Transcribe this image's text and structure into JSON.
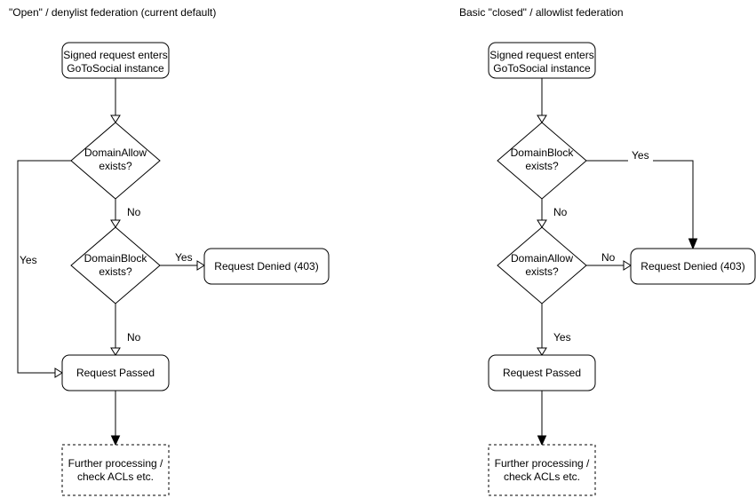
{
  "colors": {
    "line": "#000000",
    "text": "#000000",
    "background": "#ffffff"
  },
  "charts": {
    "left": {
      "title": "\"Open\" / denylist federation (current default)",
      "start": {
        "line1": "Signed request enters",
        "line2": "GoToSocial instance"
      },
      "decision1": {
        "line1": "DomainAllow",
        "line2": "exists?"
      },
      "decision2": {
        "line1": "DomainBlock",
        "line2": "exists?"
      },
      "denied": "Request Denied (403)",
      "passed": "Request Passed",
      "further": {
        "line1": "Further processing /",
        "line2": "check ACLs etc."
      },
      "labels": {
        "decision1_no": "No",
        "decision1_yes": "Yes",
        "decision2_yes": "Yes",
        "decision2_no": "No"
      }
    },
    "right": {
      "title": "Basic \"closed\" / allowlist federation",
      "start": {
        "line1": "Signed request enters",
        "line2": "GoToSocial instance"
      },
      "decision1": {
        "line1": "DomainBlock",
        "line2": "exists?"
      },
      "decision2": {
        "line1": "DomainAllow",
        "line2": "exists?"
      },
      "denied": "Request Denied (403)",
      "passed": "Request Passed",
      "further": {
        "line1": "Further processing /",
        "line2": "check ACLs etc."
      },
      "labels": {
        "decision1_yes": "Yes",
        "decision1_no": "No",
        "decision2_no": "No",
        "decision2_yes": "Yes"
      }
    }
  }
}
